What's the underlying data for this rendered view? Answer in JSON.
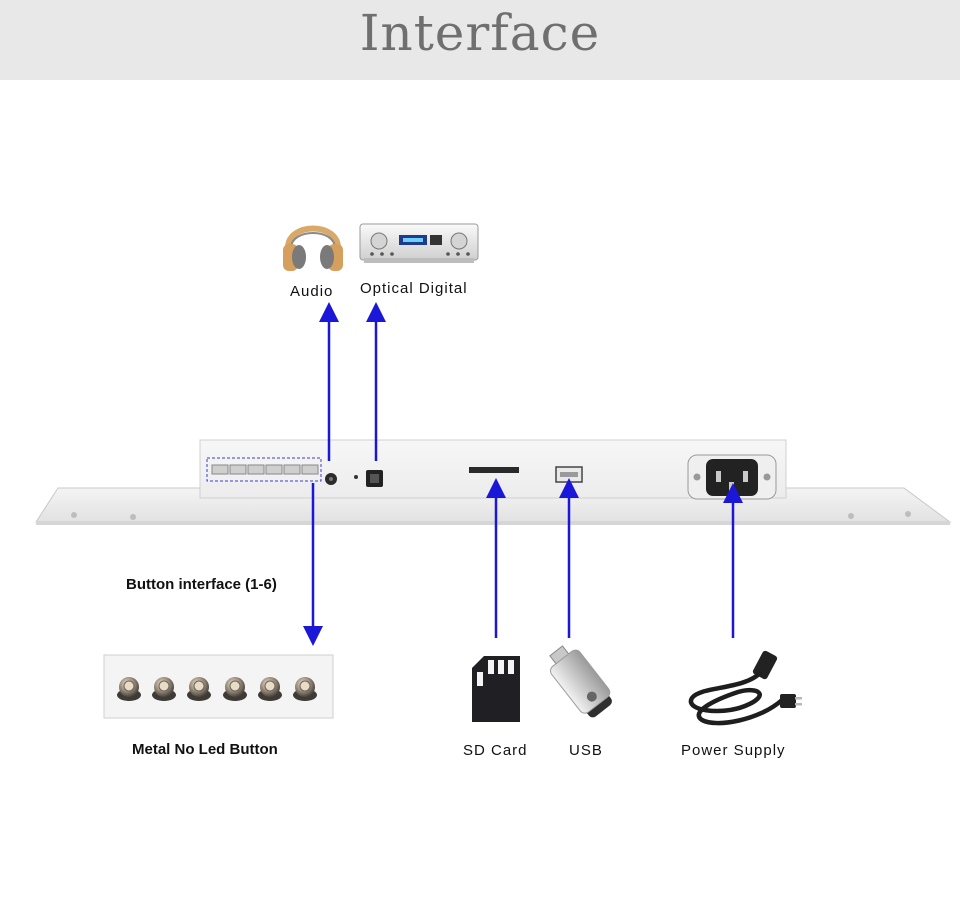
{
  "header": {
    "title": "Interface"
  },
  "labels": {
    "audio": "Audio",
    "optical": "Optical Digital",
    "button_interface": "Button interface (1-6)",
    "metal_button": "Metal No Led Button",
    "sd_card": "SD Card",
    "usb": "USB",
    "power": "Power Supply"
  },
  "colors": {
    "arrow": "#1a17d8",
    "header_bg": "#e8e8e8",
    "title": "#6f6f6f"
  },
  "icons": [
    "headphones-icon",
    "amplifier-icon",
    "sd-card-icon",
    "usb-drive-icon",
    "power-cord-icon",
    "metal-button-icon"
  ]
}
